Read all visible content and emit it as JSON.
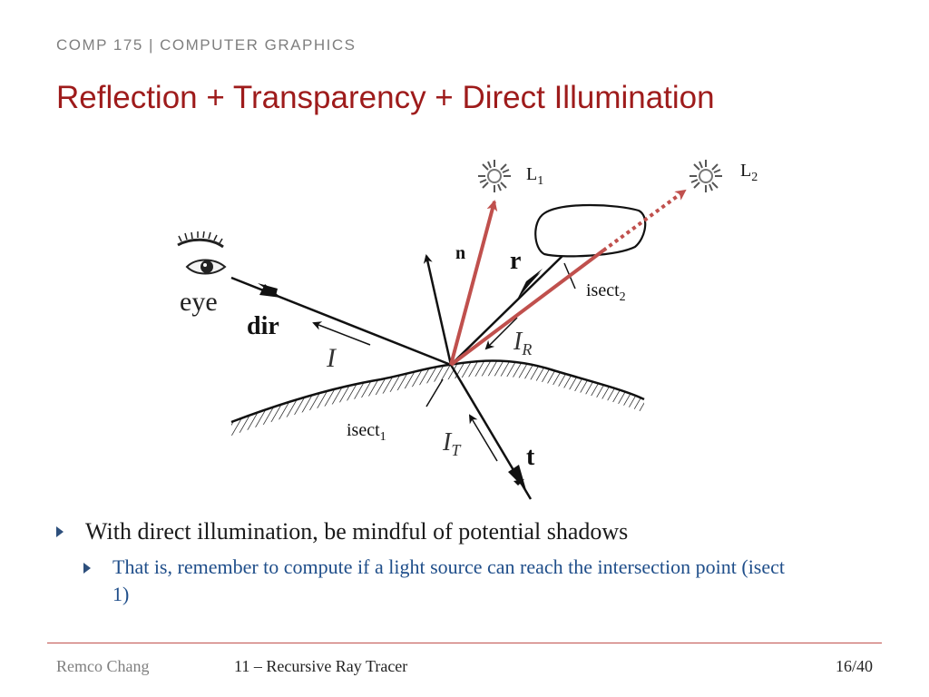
{
  "header": {
    "course": "COMP 175 | COMPUTER GRAPHICS"
  },
  "slide": {
    "title": "Reflection + Transparency + Direct Illumination"
  },
  "diagram": {
    "labels": {
      "eye": "eye",
      "dir": "dir",
      "incident": "I",
      "normal": "n",
      "reflected": "r",
      "reflected_intensity": "I",
      "reflected_sub": "R",
      "transmitted": "t",
      "transmitted_intensity": "I",
      "transmitted_sub": "T",
      "isect1": "isect",
      "isect1_sub": "1",
      "isect2": "isect",
      "isect2_sub": "2",
      "light1": "L",
      "light1_sub": "1",
      "light2": "L",
      "light2_sub": "2"
    },
    "colors": {
      "shadow_ray": "#c0504d",
      "ray": "#111111"
    }
  },
  "bullets": {
    "main": "With direct illumination, be mindful of potential shadows",
    "sub": "That is, remember to compute if a light source can reach the intersection point (isect 1)"
  },
  "footer": {
    "author": "Remco Chang",
    "course": "11 – Recursive Ray Tracer",
    "page": "16/40"
  }
}
